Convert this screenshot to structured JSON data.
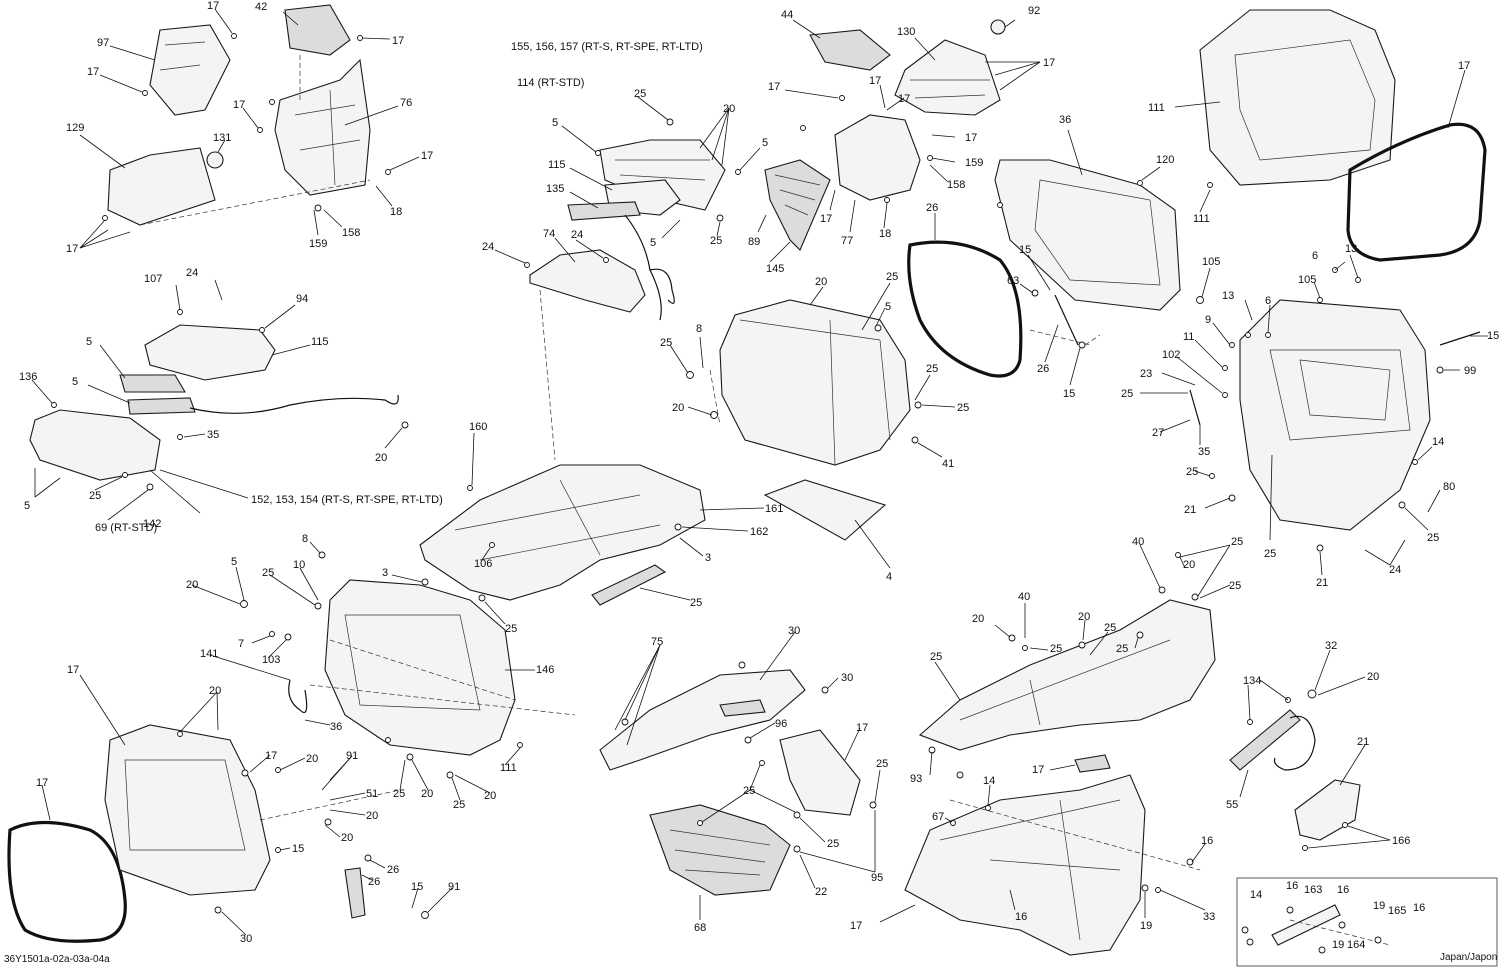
{
  "diagram": {
    "drawing_code": "36Y1501a-02a-03a-04a",
    "region_note": "Japan/Japon",
    "callouts": [
      {
        "id": "c1",
        "label": "17"
      },
      {
        "id": "c2",
        "label": "42"
      },
      {
        "id": "c3",
        "label": "17"
      },
      {
        "id": "c4",
        "label": "97"
      },
      {
        "id": "c5",
        "label": "17"
      },
      {
        "id": "c6",
        "label": "76"
      },
      {
        "id": "c7",
        "label": "17"
      },
      {
        "id": "c8",
        "label": "129"
      },
      {
        "id": "c9",
        "label": "131"
      },
      {
        "id": "c10",
        "label": "17"
      },
      {
        "id": "c11",
        "label": "18"
      },
      {
        "id": "c12",
        "label": "159"
      },
      {
        "id": "c13",
        "label": "158"
      },
      {
        "id": "c14",
        "label": "17"
      },
      {
        "id": "c15",
        "label": "155, 156, 157 (RT-S, RT-SPE, RT-LTD)"
      },
      {
        "id": "c16",
        "label": "114 (RT-STD)"
      },
      {
        "id": "c17",
        "label": "25"
      },
      {
        "id": "c18",
        "label": "20"
      },
      {
        "id": "c19",
        "label": "5"
      },
      {
        "id": "c20",
        "label": "5"
      },
      {
        "id": "c21",
        "label": "115"
      },
      {
        "id": "c22",
        "label": "135"
      },
      {
        "id": "c23",
        "label": "5"
      },
      {
        "id": "c24",
        "label": "25"
      },
      {
        "id": "c25",
        "label": "24"
      },
      {
        "id": "c26",
        "label": "74"
      },
      {
        "id": "c27",
        "label": "24"
      },
      {
        "id": "c28",
        "label": "44"
      },
      {
        "id": "c29",
        "label": "130"
      },
      {
        "id": "c30",
        "label": "92"
      },
      {
        "id": "c31",
        "label": "17"
      },
      {
        "id": "c32",
        "label": "17"
      },
      {
        "id": "c33",
        "label": "17"
      },
      {
        "id": "c34",
        "label": "17"
      },
      {
        "id": "c35",
        "label": "159"
      },
      {
        "id": "c36",
        "label": "158"
      },
      {
        "id": "c37",
        "label": "17"
      },
      {
        "id": "c38",
        "label": "77"
      },
      {
        "id": "c39",
        "label": "18"
      },
      {
        "id": "c40",
        "label": "17"
      },
      {
        "id": "c41",
        "label": "89"
      },
      {
        "id": "c42",
        "label": "145"
      },
      {
        "id": "c43",
        "label": "36"
      },
      {
        "id": "c44",
        "label": "120"
      },
      {
        "id": "c45",
        "label": "111"
      },
      {
        "id": "c46",
        "label": "17"
      },
      {
        "id": "c47",
        "label": "111"
      },
      {
        "id": "c48",
        "label": "26"
      },
      {
        "id": "c49",
        "label": "15"
      },
      {
        "id": "c50",
        "label": "63"
      },
      {
        "id": "c51",
        "label": "26"
      },
      {
        "id": "c52",
        "label": "15"
      },
      {
        "id": "c53",
        "label": "105"
      },
      {
        "id": "c54",
        "label": "6"
      },
      {
        "id": "c55",
        "label": "13"
      },
      {
        "id": "c56",
        "label": "105"
      },
      {
        "id": "c57",
        "label": "13"
      },
      {
        "id": "c58",
        "label": "6"
      },
      {
        "id": "c59",
        "label": "9"
      },
      {
        "id": "c60",
        "label": "15"
      },
      {
        "id": "c61",
        "label": "11"
      },
      {
        "id": "c62",
        "label": "102"
      },
      {
        "id": "c63",
        "label": "23"
      },
      {
        "id": "c64",
        "label": "25"
      },
      {
        "id": "c65",
        "label": "99"
      },
      {
        "id": "c66",
        "label": "27"
      },
      {
        "id": "c67",
        "label": "35"
      },
      {
        "id": "c68",
        "label": "14"
      },
      {
        "id": "c69",
        "label": "25"
      },
      {
        "id": "c70",
        "label": "21"
      },
      {
        "id": "c71",
        "label": "80"
      },
      {
        "id": "c72",
        "label": "25"
      },
      {
        "id": "c73",
        "label": "25"
      },
      {
        "id": "c74",
        "label": "21"
      },
      {
        "id": "c75",
        "label": "24"
      },
      {
        "id": "c76",
        "label": "107"
      },
      {
        "id": "c77",
        "label": "24"
      },
      {
        "id": "c78",
        "label": "94"
      },
      {
        "id": "c79",
        "label": "115"
      },
      {
        "id": "c80",
        "label": "5"
      },
      {
        "id": "c81",
        "label": "136"
      },
      {
        "id": "c82",
        "label": "5"
      },
      {
        "id": "c83",
        "label": "35"
      },
      {
        "id": "c84",
        "label": "20"
      },
      {
        "id": "c85",
        "label": "5"
      },
      {
        "id": "c86",
        "label": "25"
      },
      {
        "id": "c87",
        "label": "69 (RT-STD)"
      },
      {
        "id": "c88",
        "label": "152, 153, 154 (RT-S, RT-SPE, RT-LTD)"
      },
      {
        "id": "c89",
        "label": "142"
      },
      {
        "id": "c90",
        "label": "20"
      },
      {
        "id": "c91",
        "label": "25"
      },
      {
        "id": "c92",
        "label": "5"
      },
      {
        "id": "c93",
        "label": "8"
      },
      {
        "id": "c94",
        "label": "25"
      },
      {
        "id": "c95",
        "label": "25"
      },
      {
        "id": "c96",
        "label": "20"
      },
      {
        "id": "c97",
        "label": "25"
      },
      {
        "id": "c98",
        "label": "41"
      },
      {
        "id": "c99",
        "label": "4"
      },
      {
        "id": "c100",
        "label": "160"
      },
      {
        "id": "c101",
        "label": "161"
      },
      {
        "id": "c102",
        "label": "162"
      },
      {
        "id": "c103",
        "label": "3"
      },
      {
        "id": "c104",
        "label": "3"
      },
      {
        "id": "c105",
        "label": "106"
      },
      {
        "id": "c106",
        "label": "25"
      },
      {
        "id": "c107",
        "label": "25"
      },
      {
        "id": "c108",
        "label": "8"
      },
      {
        "id": "c109",
        "label": "5"
      },
      {
        "id": "c110",
        "label": "20"
      },
      {
        "id": "c111",
        "label": "25"
      },
      {
        "id": "c112",
        "label": "10"
      },
      {
        "id": "c113",
        "label": "7"
      },
      {
        "id": "c114",
        "label": "103"
      },
      {
        "id": "c115",
        "label": "141"
      },
      {
        "id": "c116",
        "label": "146"
      },
      {
        "id": "c117",
        "label": "17"
      },
      {
        "id": "c118",
        "label": "20"
      },
      {
        "id": "c119",
        "label": "36"
      },
      {
        "id": "c120",
        "label": "17"
      },
      {
        "id": "c121",
        "label": "20"
      },
      {
        "id": "c122",
        "label": "91"
      },
      {
        "id": "c123",
        "label": "51"
      },
      {
        "id": "c124",
        "label": "20"
      },
      {
        "id": "c125",
        "label": "20"
      },
      {
        "id": "c126",
        "label": "25"
      },
      {
        "id": "c127",
        "label": "20"
      },
      {
        "id": "c128",
        "label": "25"
      },
      {
        "id": "c129",
        "label": "20"
      },
      {
        "id": "c130",
        "label": "111"
      },
      {
        "id": "c131",
        "label": "17"
      },
      {
        "id": "c132",
        "label": "15"
      },
      {
        "id": "c133",
        "label": "26"
      },
      {
        "id": "c134",
        "label": "26"
      },
      {
        "id": "c135",
        "label": "15"
      },
      {
        "id": "c136",
        "label": "91"
      },
      {
        "id": "c137",
        "label": "30"
      },
      {
        "id": "c138",
        "label": "75"
      },
      {
        "id": "c139",
        "label": "30"
      },
      {
        "id": "c140",
        "label": "30"
      },
      {
        "id": "c141",
        "label": "96"
      },
      {
        "id": "c142",
        "label": "17"
      },
      {
        "id": "c143",
        "label": "25"
      },
      {
        "id": "c144",
        "label": "25"
      },
      {
        "id": "c145",
        "label": "25"
      },
      {
        "id": "c146",
        "label": "22"
      },
      {
        "id": "c147",
        "label": "95"
      },
      {
        "id": "c148",
        "label": "68"
      },
      {
        "id": "c149",
        "label": "25"
      },
      {
        "id": "c150",
        "label": "20"
      },
      {
        "id": "c151",
        "label": "40"
      },
      {
        "id": "c152",
        "label": "25"
      },
      {
        "id": "c153",
        "label": "20"
      },
      {
        "id": "c154",
        "label": "25"
      },
      {
        "id": "c155",
        "label": "25"
      },
      {
        "id": "c156",
        "label": "40"
      },
      {
        "id": "c157",
        "label": "20"
      },
      {
        "id": "c158",
        "label": "25"
      },
      {
        "id": "c159",
        "label": "25"
      },
      {
        "id": "c160",
        "label": "93"
      },
      {
        "id": "c161",
        "label": "17"
      },
      {
        "id": "c162",
        "label": "14"
      },
      {
        "id": "c163",
        "label": "67"
      },
      {
        "id": "c164",
        "label": "17"
      },
      {
        "id": "c165",
        "label": "16"
      },
      {
        "id": "c166",
        "label": "16"
      },
      {
        "id": "c167",
        "label": "19"
      },
      {
        "id": "c168",
        "label": "33"
      },
      {
        "id": "c169",
        "label": "32"
      },
      {
        "id": "c170",
        "label": "20"
      },
      {
        "id": "c171",
        "label": "134"
      },
      {
        "id": "c172",
        "label": "55"
      },
      {
        "id": "c173",
        "label": "21"
      },
      {
        "id": "c174",
        "label": "166"
      },
      {
        "id": "c175",
        "label": "14"
      },
      {
        "id": "c176",
        "label": "16"
      },
      {
        "id": "c177",
        "label": "163"
      },
      {
        "id": "c178",
        "label": "16"
      },
      {
        "id": "c179",
        "label": "19"
      },
      {
        "id": "c180",
        "label": "165"
      },
      {
        "id": "c181",
        "label": "16"
      },
      {
        "id": "c182",
        "label": "19"
      },
      {
        "id": "c183",
        "label": "164"
      }
    ]
  }
}
